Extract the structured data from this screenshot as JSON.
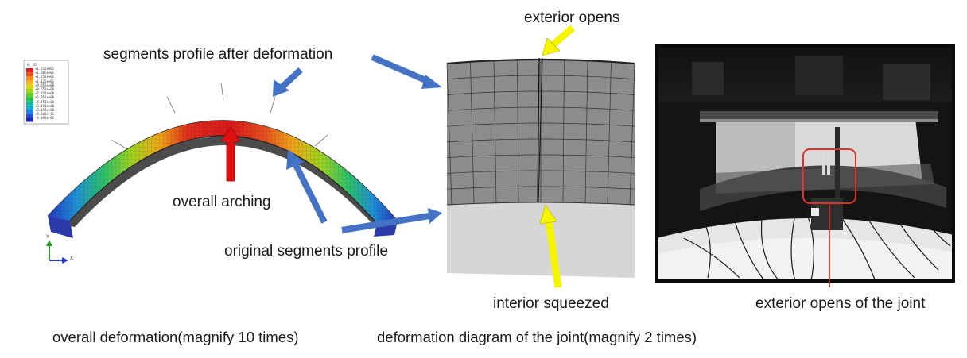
{
  "panel_left": {
    "legend": {
      "title": "U, U2",
      "values": [
        "+1.515e+01",
        "+1.385e+01",
        "+1.255e+01",
        "+1.125e+01",
        "+9.951e+00",
        "+8.651e+00",
        "+7.351e+00",
        "+6.051e+00",
        "+4.751e+00",
        "+3.451e+00",
        "+2.150e+00",
        "+8.503e-01",
        "-4.495e-01"
      ],
      "colors": [
        "#d7191c",
        "#e8501e",
        "#f08a1c",
        "#f6b61a",
        "#d8d61a",
        "#9fd41f",
        "#5fcc2a",
        "#29c04a",
        "#19b59a",
        "#1aa7cf",
        "#1e7fe0",
        "#2451d8",
        "#2229b8"
      ]
    },
    "axis_y_label": "Y",
    "axis_x_label": "X",
    "annotations": {
      "after_deformation": "segments profile after deformation",
      "overall_arching": "overall arching",
      "original_profile": "original segments profile"
    },
    "caption": "overall deformation(magnify 10 times)"
  },
  "panel_middle": {
    "annotations": {
      "exterior_opens": "exterior opens",
      "interior_squeezed": "interior squeezed"
    },
    "caption": "deformation diagram of the joint(magnify 2 times)"
  },
  "panel_right": {
    "annotation": "exterior opens of the joint"
  },
  "colors": {
    "arrow_blue": "#4472c4",
    "arrow_red": "#e01010",
    "arrow_yellow": "#f5f500",
    "highlight_red": "#e0302a",
    "mesh_dark_gray": "#8c8c8c",
    "mesh_light_gray": "#d6d6d6"
  }
}
